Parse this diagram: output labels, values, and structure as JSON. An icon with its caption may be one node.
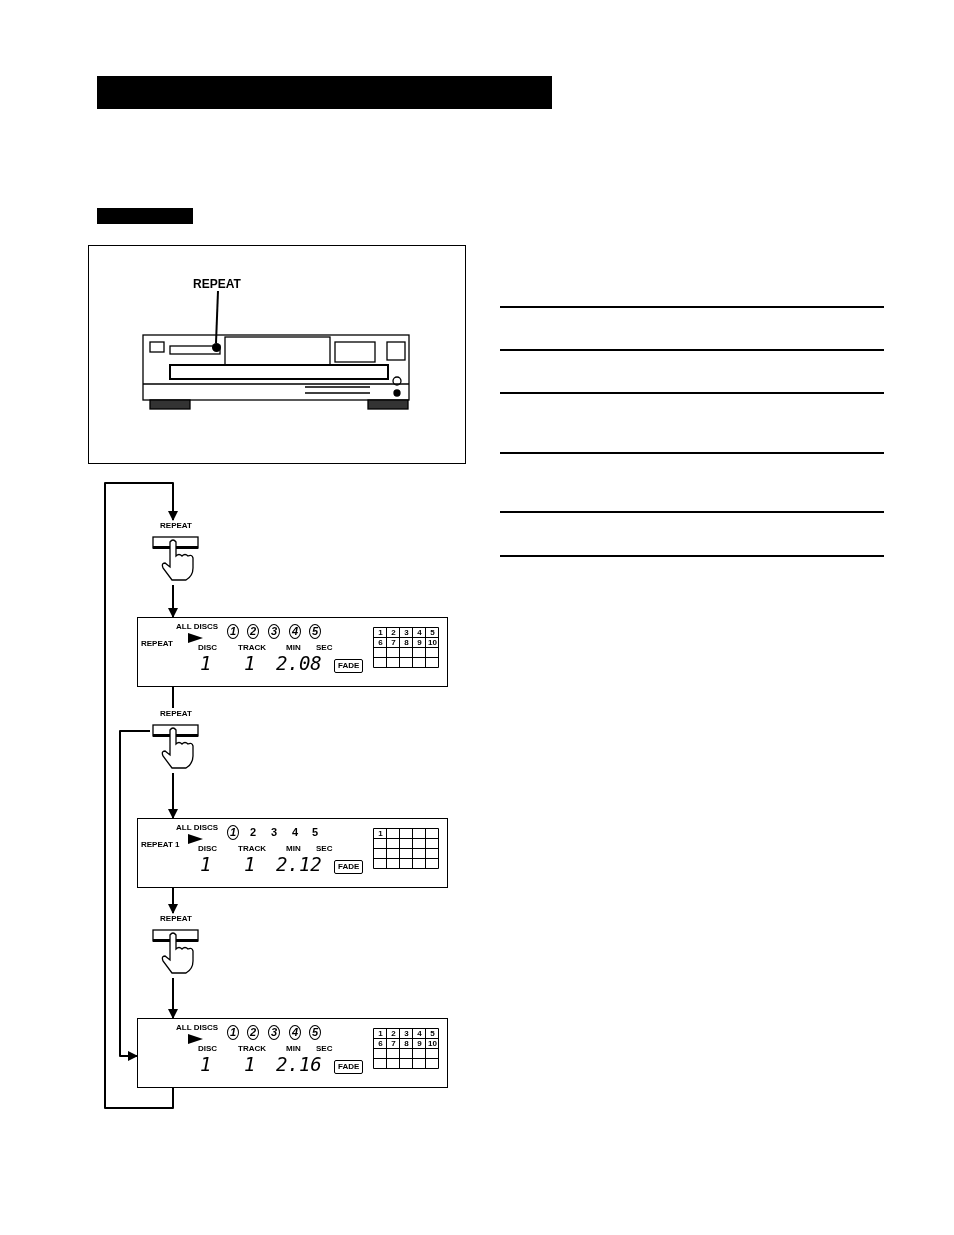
{
  "diagram": {
    "nodes": [
      {
        "text": [],
        "shape": "bar"
      },
      {
        "text": [],
        "shape": "bar"
      },
      {
        "text": [
          "REPEAT"
        ]
      },
      {
        "text": [],
        "shape": "circle"
      },
      {
        "text": [
          "REPEAT"
        ]
      },
      {
        "text": [
          "ALL DISCS",
          "REPEAT",
          "1",
          "2",
          "3",
          "4",
          "5",
          "DISC",
          "TRACK",
          "MIN",
          "SEC",
          "1",
          "1",
          "2.08",
          "FADE",
          "1",
          "2",
          "3",
          "4",
          "5",
          "6",
          "7",
          "8",
          "9",
          "10"
        ]
      },
      {
        "text": [
          "REPEAT"
        ]
      },
      {
        "text": [
          "ALL DISCS",
          "REPEAT 1",
          "1",
          "2",
          "3",
          "4",
          "5",
          "DISC",
          "TRACK",
          "MIN",
          "SEC",
          "1",
          "1",
          "2.12",
          "FADE",
          "1"
        ]
      },
      {
        "text": [
          "REPEAT"
        ]
      },
      {
        "text": [
          "ALL DISCS",
          "1",
          "2",
          "3",
          "4",
          "5",
          "DISC",
          "TRACK",
          "MIN",
          "SEC",
          "1",
          "1",
          "2.16",
          "FADE",
          "1",
          "2",
          "3",
          "4",
          "5",
          "6",
          "7",
          "8",
          "9",
          "10"
        ]
      }
    ],
    "edges": [
      {
        "from": 2,
        "to": 3,
        "arrow": "none"
      },
      {
        "from": 4,
        "to": 5,
        "arrow": "to"
      },
      {
        "from": 5,
        "to": 6,
        "arrow": "none"
      },
      {
        "from": 6,
        "to": 7,
        "arrow": "to"
      },
      {
        "from": 6,
        "to": 9,
        "arrow": "to"
      },
      {
        "from": 7,
        "to": 8,
        "arrow": "to"
      },
      {
        "from": 8,
        "to": 9,
        "arrow": "to"
      },
      {
        "from": 9,
        "to": 4,
        "arrow": "to"
      }
    ]
  }
}
